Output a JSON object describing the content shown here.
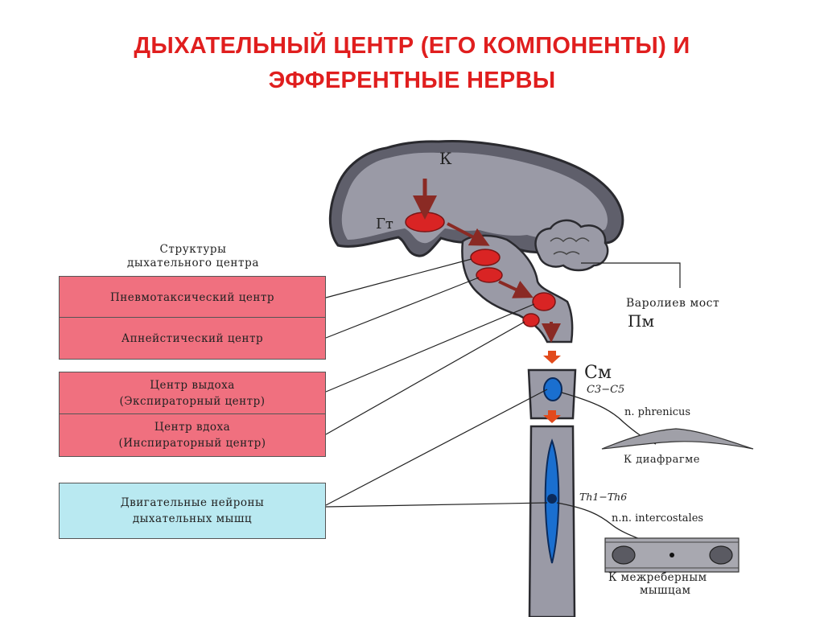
{
  "title": {
    "line1": "ДЫХАТЕЛЬНЫЙ ЦЕНТР (ЕГО КОМПОНЕНТЫ) И",
    "line2": "ЭФФЕРЕНТНЫЕ НЕРВЫ"
  },
  "structures_header": {
    "line1": "Структуры",
    "line2": "дыхательного центра"
  },
  "boxes": {
    "pneumotaxic": "Пневмотаксический центр",
    "apneustic": "Апнейстический центр",
    "expiratory_line1": "Центр выдоха",
    "expiratory_line2": "(Экспираторный центр)",
    "inspiratory_line1": "Центр вдоха",
    "inspiratory_line2": "(Инспираторный центр)",
    "motor_line1": "Двигательные нейроны",
    "motor_line2": "дыхательных мышц"
  },
  "labels": {
    "cortex": "К",
    "hypothalamus": "Гт",
    "pons_name": "Варолиев мост",
    "pons_abbr": "Пм",
    "spinal_cord": "См",
    "cervical_segments": "C3−C5",
    "phrenic_nerve": "n. phrenicus",
    "to_diaphragm": "К диафрагме",
    "thoracic_segments": "Th1−Th6",
    "intercostal_nerves": "n.n. intercostales",
    "to_intercostal_line1": "К межреберным",
    "to_intercostal_line2": "мышцам"
  },
  "colors": {
    "title": "#e01e1e",
    "red_box": "#f0707f",
    "blue_box": "#b9e9f1",
    "brain": "#9a9aa6",
    "nucleus": "#d92424",
    "neuron": "#1a6fd0",
    "arrow": "#8a2a24"
  }
}
